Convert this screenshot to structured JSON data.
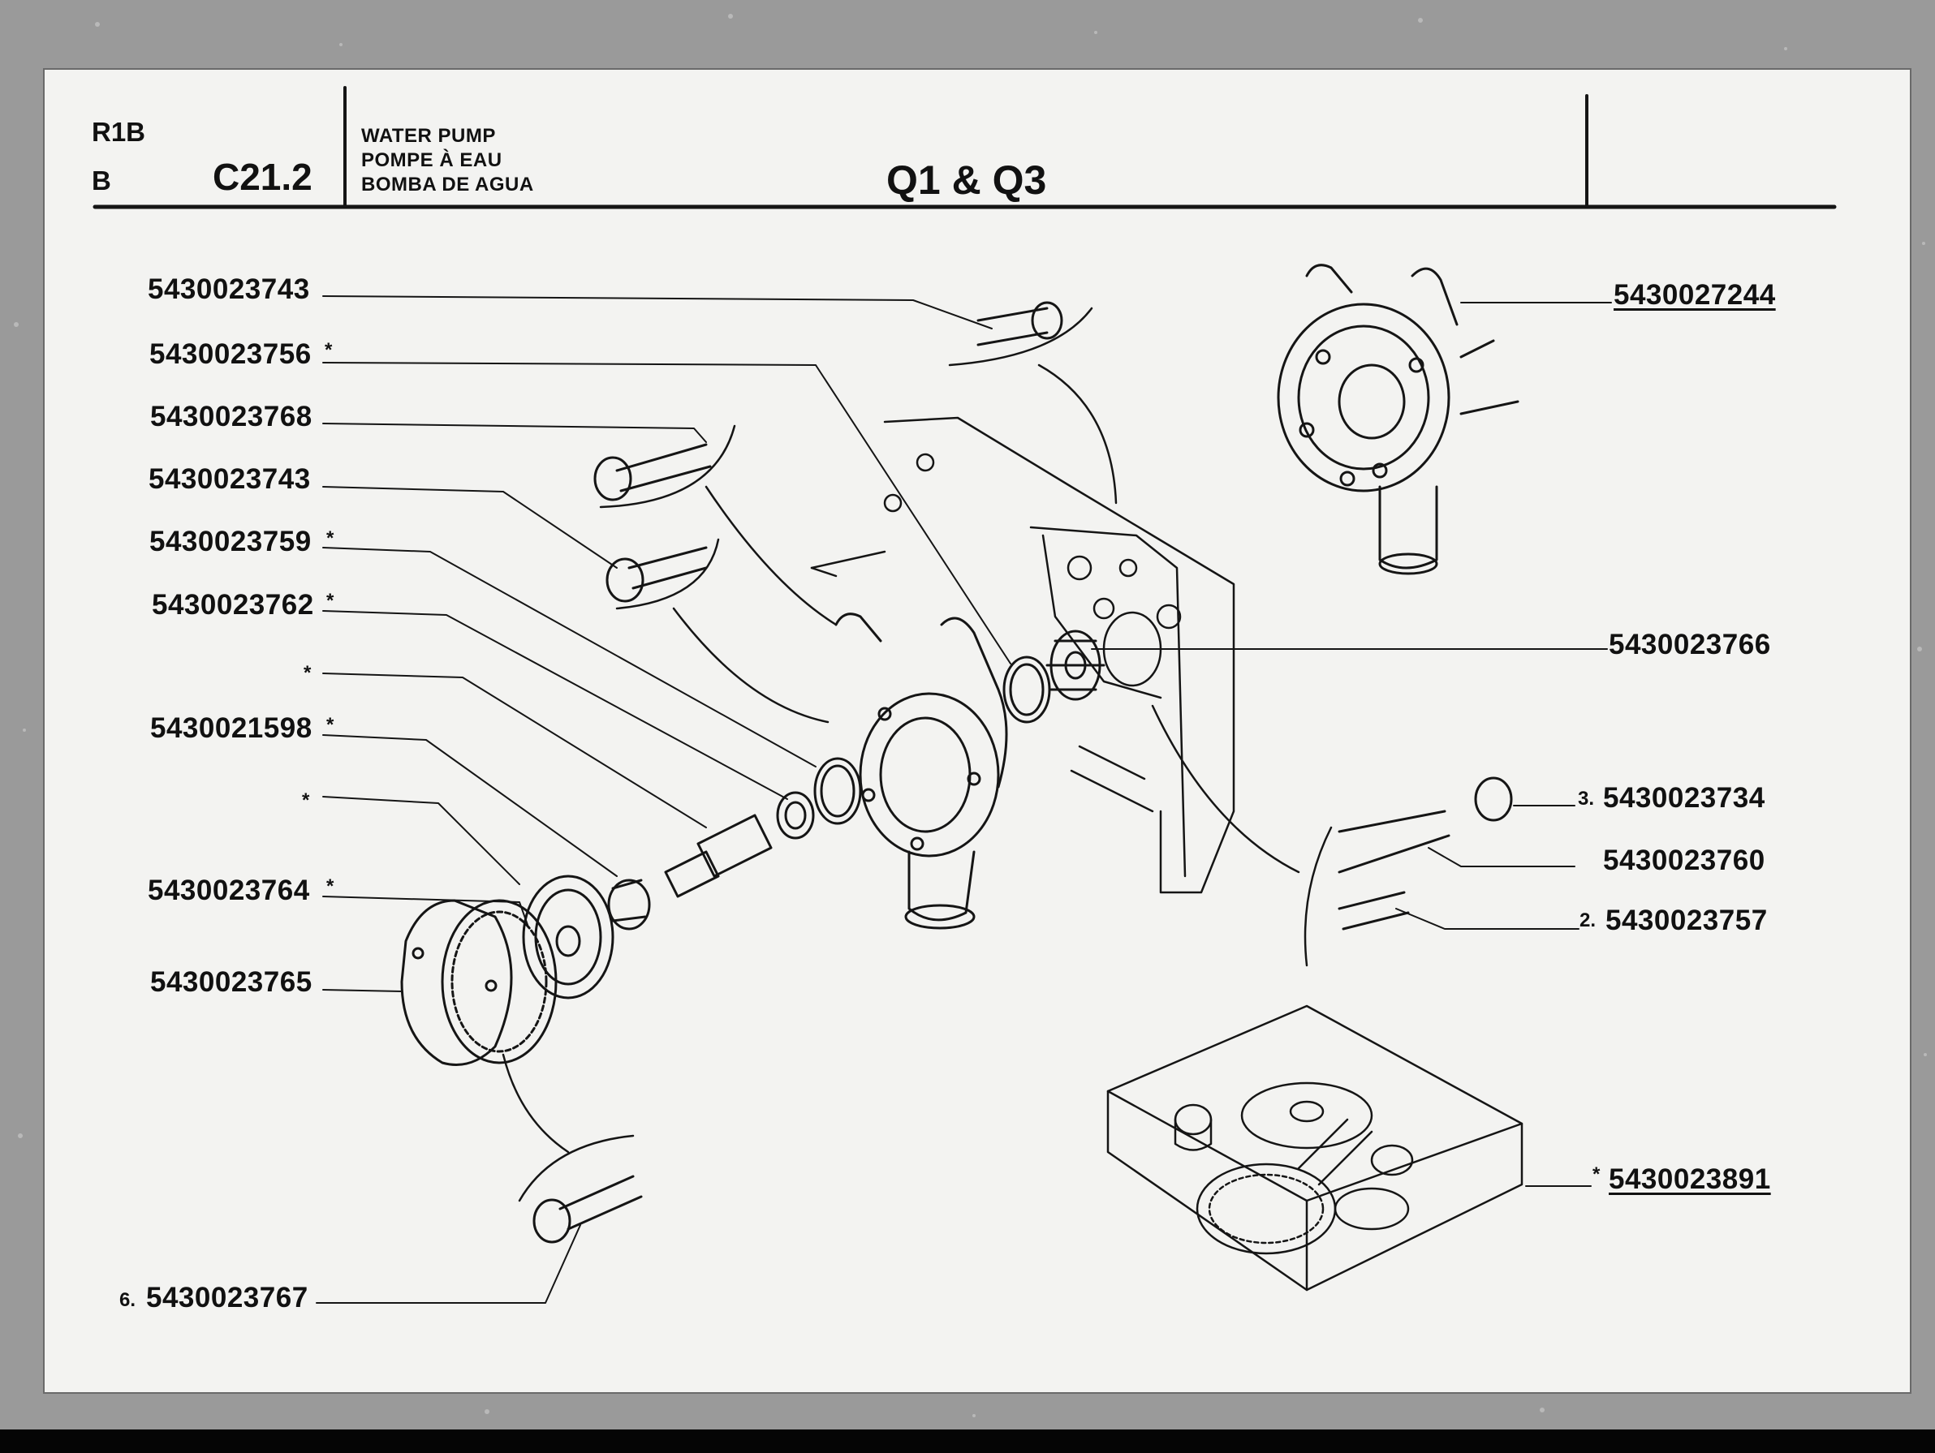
{
  "header": {
    "row_code": "R1B",
    "group": "B",
    "code": "C21.2",
    "title_en": "WATER PUMP",
    "title_fr": "POMPE À EAU",
    "title_es": "BOMBA DE AGUA",
    "model": "Q1 & Q3"
  },
  "left_parts": [
    {
      "part": "5430023743",
      "mark": ""
    },
    {
      "part": "5430023756",
      "mark": "*"
    },
    {
      "part": "5430023768",
      "mark": ""
    },
    {
      "part": "5430023743",
      "mark": ""
    },
    {
      "part": "5430023759",
      "mark": "*"
    },
    {
      "part": "5430023762",
      "mark": "*"
    },
    {
      "part": "",
      "mark": "*"
    },
    {
      "part": "5430021598",
      "mark": "*"
    },
    {
      "part": "",
      "mark": "*"
    },
    {
      "part": "5430023764",
      "mark": "*"
    },
    {
      "part": "5430023765",
      "mark": ""
    },
    {
      "part": "5430023767",
      "index": "6."
    }
  ],
  "right_parts": [
    {
      "part": "5430027244",
      "underlined": true
    },
    {
      "part": "5430023766"
    },
    {
      "part": "5430023734",
      "index": "3."
    },
    {
      "part": "5430023760"
    },
    {
      "part": "5430023757",
      "index": "2."
    },
    {
      "part": "5430023891",
      "mark": "*",
      "underlined": true
    }
  ],
  "colors": {
    "paper": "#f3f3f1",
    "ink": "#111111",
    "frame": "#9a9a9a"
  }
}
